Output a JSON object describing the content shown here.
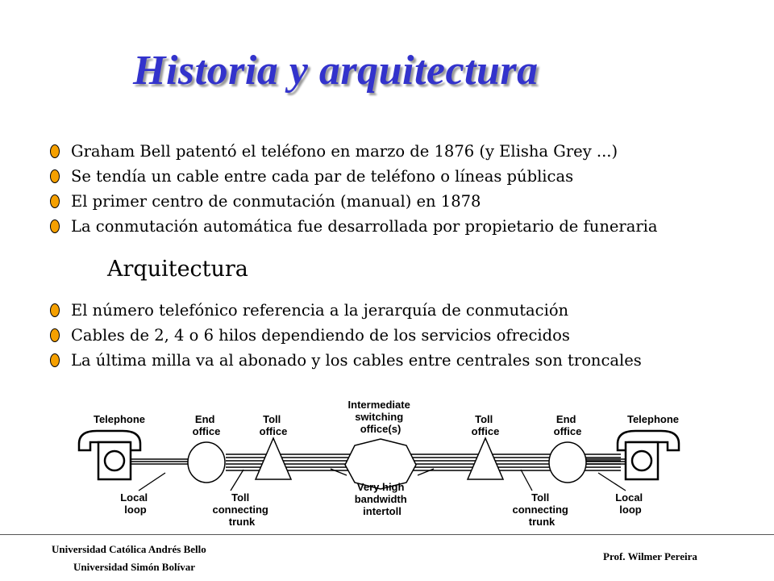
{
  "title": "Historia y arquitectura",
  "history_items": [
    "Graham Bell patentó el teléfono en marzo de 1876 (y Elisha Grey ...)",
    "Se tendía un cable entre cada par de teléfono o líneas públicas",
    "El primer centro de conmutación (manual) en 1878",
    "La conmutación automática fue desarrollada por propietario de funeraria"
  ],
  "subheading": "Arquitectura",
  "architecture_items": [
    "El número telefónico referencia a la jerarquía de conmutación",
    "Cables de 2, 4 o 6 hilos dependiendo de los servicios ofrecidos",
    "La última milla va al abonado y los cables entre centrales son troncales"
  ],
  "diagram": {
    "telephone_left": "Telephone",
    "end_office_left": [
      "End",
      "office"
    ],
    "toll_office_left": [
      "Toll",
      "office"
    ],
    "intermediate": [
      "Intermediate",
      "switching",
      "office(s)"
    ],
    "toll_office_right": [
      "Toll",
      "office"
    ],
    "end_office_right": [
      "End",
      "office"
    ],
    "telephone_right": "Telephone",
    "local_loop_left": [
      "Local",
      "loop"
    ],
    "toll_trunk_left": [
      "Toll",
      "connecting",
      "trunk"
    ],
    "intertoll": [
      "Very high",
      "bandwidth",
      "intertoll"
    ],
    "toll_trunk_right": [
      "Toll",
      "connecting",
      "trunk"
    ],
    "local_loop_right": [
      "Local",
      "loop"
    ]
  },
  "footer": {
    "university_1": "Universidad Católica Andrés Bello",
    "university_2": "Universidad Simón Bolívar",
    "professor": "Prof. Wilmer Pereira"
  },
  "colors": {
    "title": "#3333cc",
    "bullet": "#f5a000"
  }
}
